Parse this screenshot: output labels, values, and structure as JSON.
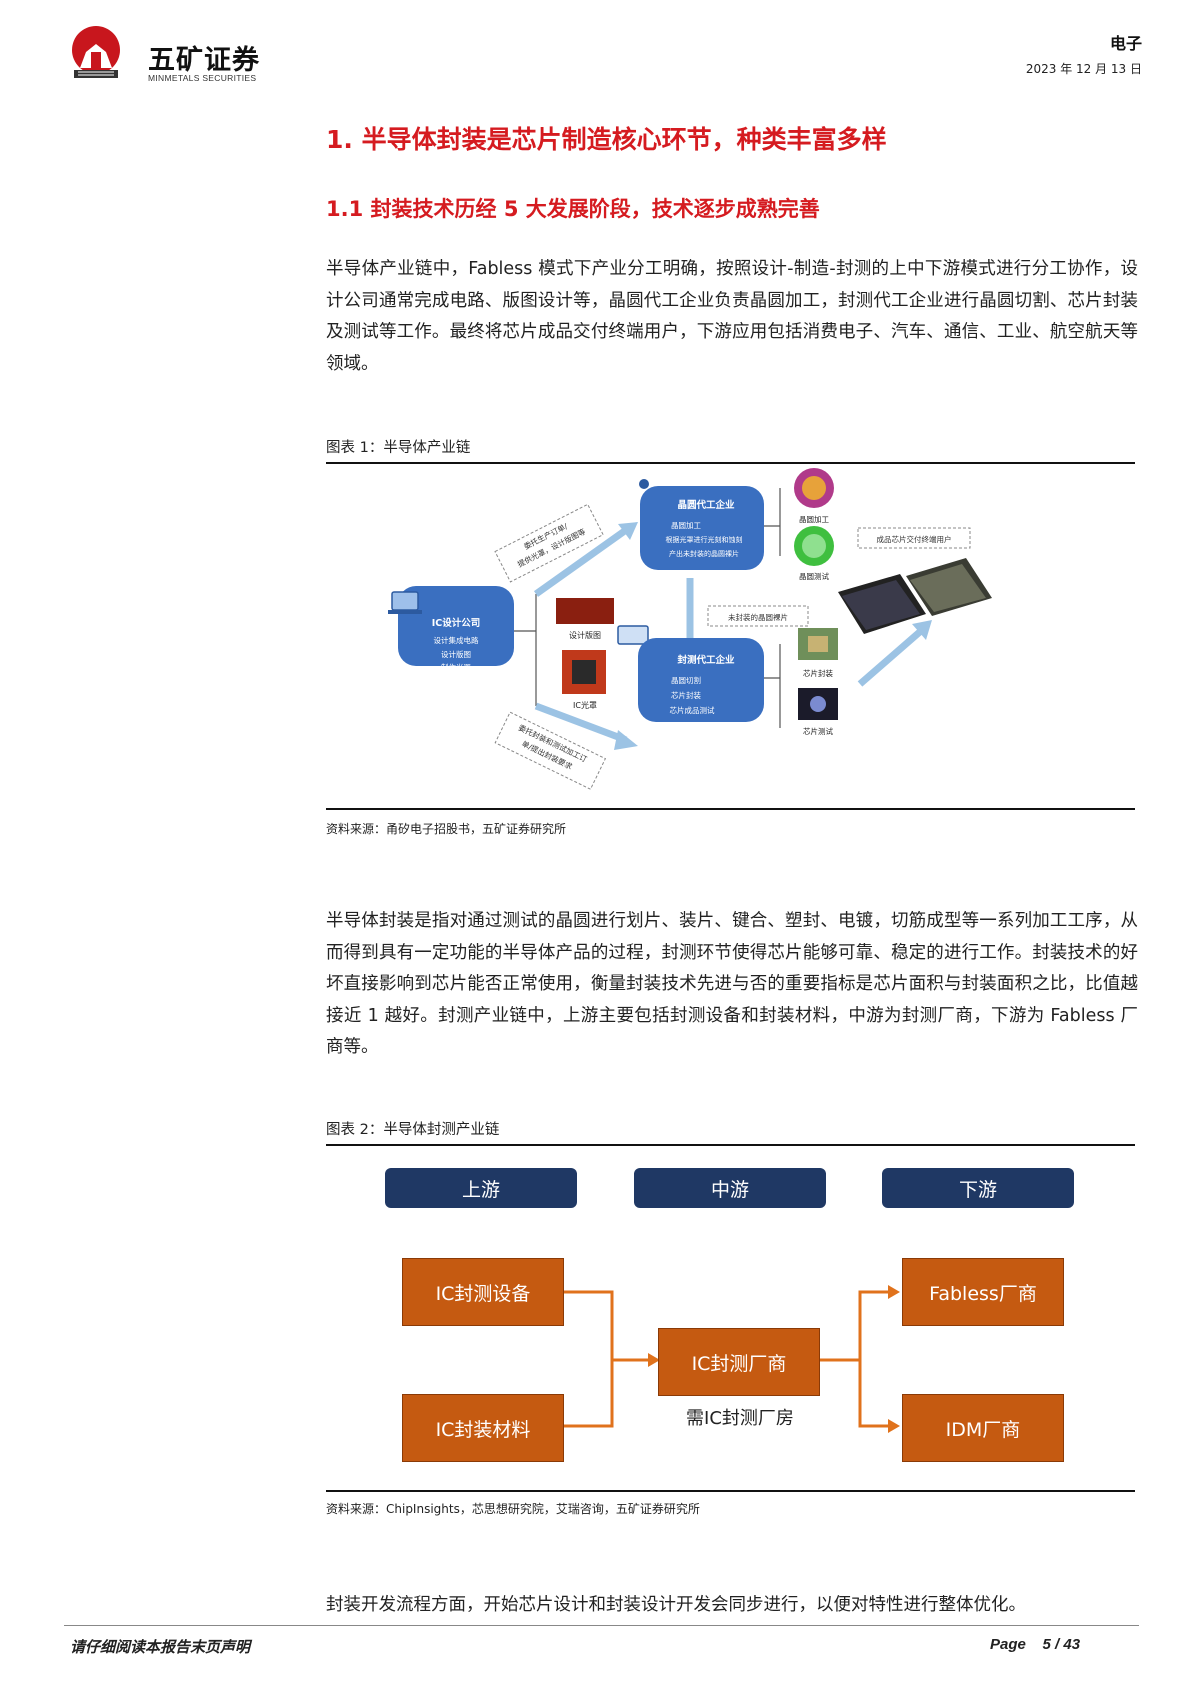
{
  "header": {
    "logo_cn": "五矿证券",
    "logo_en": "MINMETALS SECURITIES",
    "category": "电子",
    "date": "2023 年 12 月 13 日"
  },
  "section": {
    "h1": "1. 半导体封装是芯片制造核心环节，种类丰富多样",
    "h2": "1.1  封装技术历经 5 大发展阶段，技术逐步成熟完善"
  },
  "paragraphs": {
    "p1": "半导体产业链中，Fabless 模式下产业分工明确，按照设计-制造-封测的上中下游模式进行分工协作，设计公司通常完成电路、版图设计等，晶圆代工企业负责晶圆加工，封测代工企业进行晶圆切割、芯片封装及测试等工作。最终将芯片成品交付终端用户，下游应用包括消费电子、汽车、通信、工业、航空航天等领域。",
    "p2": "半导体封装是指对通过测试的晶圆进行划片、装片、键合、塑封、电镀，切筋成型等一系列加工工序，从而得到具有一定功能的半导体产品的过程，封测环节使得芯片能够可靠、稳定的进行工作。封装技术的好坏直接影响到芯片能否正常使用，衡量封装技术先进与否的重要指标是芯片面积与封装面积之比，比值越接近 1 越好。封测产业链中，上游主要包括封测设备和封装材料，中游为封测厂商，下游为 Fabless 厂商等。",
    "p3": "封装开发流程方面，开始芯片设计和封装设计开发会同步进行，以便对特性进行整体优化。"
  },
  "figure1": {
    "title": "图表 1：半导体产业链",
    "source": "资料来源：甬矽电子招股书，五矿证券研究所",
    "ic_design": {
      "title": "IC设计公司",
      "items": [
        "设计集成电路",
        "设计版图",
        "制作光罩"
      ]
    },
    "foundry": {
      "title": "晶圆代工企业",
      "items": [
        "晶圆加工",
        "根据光罩进行光刻和蚀刻",
        "产出未封装的晶圆裸片"
      ]
    },
    "osat": {
      "title": "封测代工企业",
      "items": [
        "晶圆切割",
        "芯片封装",
        "芯片成品测试"
      ]
    },
    "labels": {
      "layout": "设计版图",
      "mask": "IC光罩",
      "wafer_process": "晶圆加工",
      "wafer_test": "晶圆测试",
      "chip_package": "芯片封装",
      "chip_test": "芯片测试",
      "arrow_top": [
        "委托生产订单/",
        "提供光罩，设计版图等"
      ],
      "arrow_bottom": [
        "委托封装和测试加工订",
        "单/提出封装要求"
      ],
      "arrow_down": "未封装的晶圆裸片",
      "deliver": "成品芯片交付终端用户"
    }
  },
  "figure2": {
    "title": "图表 2：半导体封测产业链",
    "source": "资料来源：ChipInsights，芯思想研究院，艾瑞咨询，五矿证券研究所",
    "stages": [
      "上游",
      "中游",
      "下游"
    ],
    "upstream": [
      "IC封测设备",
      "IC封装材料"
    ],
    "midstream": "IC封测厂商",
    "midstream_caption": "需IC封测厂房",
    "downstream": [
      "Fabless厂商",
      "IDM厂商"
    ]
  },
  "footer": {
    "disclaimer": "请仔细阅读本报告末页声明",
    "page": "Page    5 / 43"
  }
}
